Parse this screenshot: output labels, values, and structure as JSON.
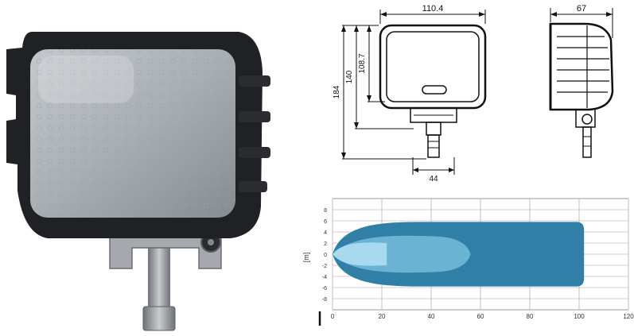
{
  "dimensions": {
    "front_width": "110.4",
    "side_depth": "67",
    "height_total": "184",
    "height_housing": "140",
    "height_lens": "108.7",
    "bracket_width": "44"
  },
  "beam_chart": {
    "ylabel": "[m]",
    "x_ticks": [
      "0",
      "20",
      "40",
      "60",
      "80",
      "100",
      "120"
    ],
    "y_ticks": [
      "-8",
      "-6",
      "-4",
      "-2",
      "0",
      "2",
      "4",
      "6",
      "8"
    ],
    "x_range": [
      0,
      120
    ],
    "y_range": [
      -10,
      10
    ],
    "grid": true,
    "colors": {
      "outer_beam": "#2f7fa6",
      "middle_beam": "#6ab3d3",
      "inner_beam": "#a9d9ee",
      "grid": "#bfbfbf"
    }
  },
  "product_colors": {
    "housing": "#1f2124",
    "lens": "#aeb4b9",
    "bracket": "#9a9ea2"
  }
}
